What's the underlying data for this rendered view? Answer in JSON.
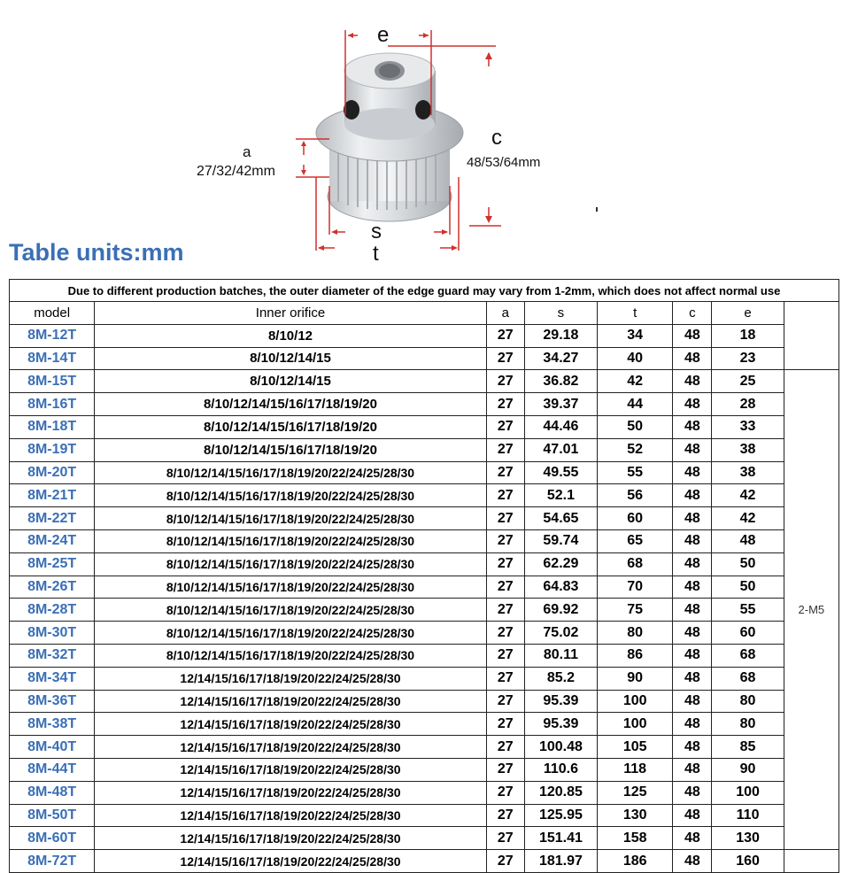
{
  "diagram": {
    "e_label": "e",
    "c_label": "c",
    "c_value": "48/53/64mm",
    "a_label": "a",
    "a_value": "27/32/42mm",
    "s_label": "s",
    "t_label": "t"
  },
  "units_title": "Table units:mm",
  "table": {
    "notice": "Due to different production batches, the outer diameter of the edge guard may vary from 1-2mm, which does not affect normal use",
    "headers": [
      "model",
      "Inner orifice",
      "a",
      "s",
      "t",
      "c",
      "e"
    ],
    "screw_label": "2-M5",
    "rows": [
      {
        "model": "8M-12T",
        "inner": "8/10/12",
        "a": "27",
        "s": "29.18",
        "t": "34",
        "c": "48",
        "e": "18"
      },
      {
        "model": "8M-14T",
        "inner": "8/10/12/14/15",
        "a": "27",
        "s": "34.27",
        "t": "40",
        "c": "48",
        "e": "23"
      },
      {
        "model": "8M-15T",
        "inner": "8/10/12/14/15",
        "a": "27",
        "s": "36.82",
        "t": "42",
        "c": "48",
        "e": "25"
      },
      {
        "model": "8M-16T",
        "inner": "8/10/12/14/15/16/17/18/19/20",
        "a": "27",
        "s": "39.37",
        "t": "44",
        "c": "48",
        "e": "28"
      },
      {
        "model": "8M-18T",
        "inner": "8/10/12/14/15/16/17/18/19/20",
        "a": "27",
        "s": "44.46",
        "t": "50",
        "c": "48",
        "e": "33"
      },
      {
        "model": "8M-19T",
        "inner": "8/10/12/14/15/16/17/18/19/20",
        "a": "27",
        "s": "47.01",
        "t": "52",
        "c": "48",
        "e": "38"
      },
      {
        "model": "8M-20T",
        "inner": "8/10/12/14/15/16/17/18/19/20/22/24/25/28/30",
        "a": "27",
        "s": "49.55",
        "t": "55",
        "c": "48",
        "e": "38"
      },
      {
        "model": "8M-21T",
        "inner": "8/10/12/14/15/16/17/18/19/20/22/24/25/28/30",
        "a": "27",
        "s": "52.1",
        "t": "56",
        "c": "48",
        "e": "42"
      },
      {
        "model": "8M-22T",
        "inner": "8/10/12/14/15/16/17/18/19/20/22/24/25/28/30",
        "a": "27",
        "s": "54.65",
        "t": "60",
        "c": "48",
        "e": "42"
      },
      {
        "model": "8M-24T",
        "inner": "8/10/12/14/15/16/17/18/19/20/22/24/25/28/30",
        "a": "27",
        "s": "59.74",
        "t": "65",
        "c": "48",
        "e": "48"
      },
      {
        "model": "8M-25T",
        "inner": "8/10/12/14/15/16/17/18/19/20/22/24/25/28/30",
        "a": "27",
        "s": "62.29",
        "t": "68",
        "c": "48",
        "e": "50"
      },
      {
        "model": "8M-26T",
        "inner": "8/10/12/14/15/16/17/18/19/20/22/24/25/28/30",
        "a": "27",
        "s": "64.83",
        "t": "70",
        "c": "48",
        "e": "50"
      },
      {
        "model": "8M-28T",
        "inner": "8/10/12/14/15/16/17/18/19/20/22/24/25/28/30",
        "a": "27",
        "s": "69.92",
        "t": "75",
        "c": "48",
        "e": "55"
      },
      {
        "model": "8M-30T",
        "inner": "8/10/12/14/15/16/17/18/19/20/22/24/25/28/30",
        "a": "27",
        "s": "75.02",
        "t": "80",
        "c": "48",
        "e": "60"
      },
      {
        "model": "8M-32T",
        "inner": "8/10/12/14/15/16/17/18/19/20/22/24/25/28/30",
        "a": "27",
        "s": "80.11",
        "t": "86",
        "c": "48",
        "e": "68"
      },
      {
        "model": "8M-34T",
        "inner": "12/14/15/16/17/18/19/20/22/24/25/28/30",
        "a": "27",
        "s": "85.2",
        "t": "90",
        "c": "48",
        "e": "68"
      },
      {
        "model": "8M-36T",
        "inner": "12/14/15/16/17/18/19/20/22/24/25/28/30",
        "a": "27",
        "s": "95.39",
        "t": "100",
        "c": "48",
        "e": "80"
      },
      {
        "model": "8M-38T",
        "inner": "12/14/15/16/17/18/19/20/22/24/25/28/30",
        "a": "27",
        "s": "95.39",
        "t": "100",
        "c": "48",
        "e": "80"
      },
      {
        "model": "8M-40T",
        "inner": "12/14/15/16/17/18/19/20/22/24/25/28/30",
        "a": "27",
        "s": "100.48",
        "t": "105",
        "c": "48",
        "e": "85"
      },
      {
        "model": "8M-44T",
        "inner": "12/14/15/16/17/18/19/20/22/24/25/28/30",
        "a": "27",
        "s": "110.6",
        "t": "118",
        "c": "48",
        "e": "90"
      },
      {
        "model": "8M-48T",
        "inner": "12/14/15/16/17/18/19/20/22/24/25/28/30",
        "a": "27",
        "s": "120.85",
        "t": "125",
        "c": "48",
        "e": "100"
      },
      {
        "model": "8M-50T",
        "inner": "12/14/15/16/17/18/19/20/22/24/25/28/30",
        "a": "27",
        "s": "125.95",
        "t": "130",
        "c": "48",
        "e": "110"
      },
      {
        "model": "8M-60T",
        "inner": "12/14/15/16/17/18/19/20/22/24/25/28/30",
        "a": "27",
        "s": "151.41",
        "t": "158",
        "c": "48",
        "e": "130"
      },
      {
        "model": "8M-72T",
        "inner": "12/14/15/16/17/18/19/20/22/24/25/28/30",
        "a": "27",
        "s": "181.97",
        "t": "186",
        "c": "48",
        "e": "160"
      }
    ]
  }
}
